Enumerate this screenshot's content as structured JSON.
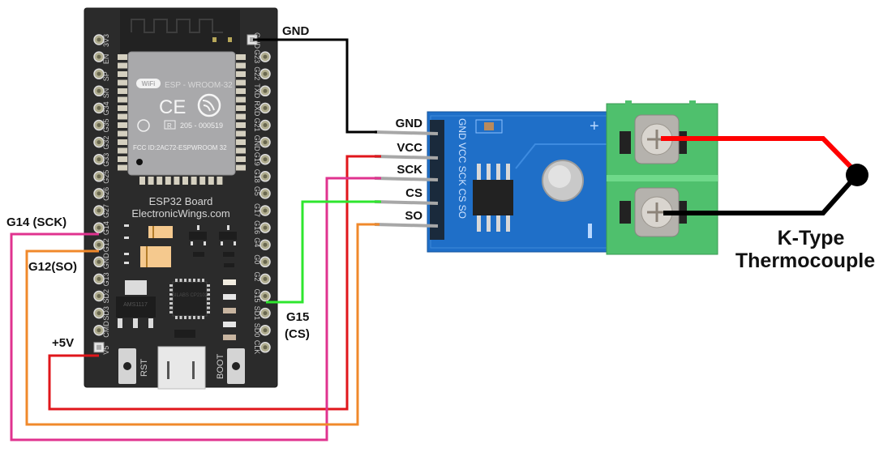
{
  "title": "ESP32 to MAX6675 K-Type Thermocouple Wiring",
  "board": {
    "name": "ESP32 Board",
    "brand": "ElectronicWings.com",
    "module_name": "ESP - WROOM-32",
    "module_reg": "205 - 000519",
    "module_fcc": "FCC ID:2AC72-ESPWROOM 32",
    "regulator_text": "AMS1117",
    "usb_chip_text": "SILABS CP2102",
    "rst_label": "RST",
    "boot_label": "BOOT",
    "left_pins": [
      "3V3",
      "EN",
      "SP",
      "SN",
      "G34",
      "G35",
      "G32",
      "G33",
      "G25",
      "G26",
      "G27",
      "G14",
      "G12",
      "GND",
      "G13",
      "SD2",
      "SD3",
      "CMD",
      "V5"
    ],
    "right_pins": [
      "GND",
      "G23",
      "G22",
      "TXD",
      "RXD",
      "G21",
      "GND",
      "G19",
      "G18",
      "G5",
      "G17",
      "G16",
      "G4",
      "G0",
      "G2",
      "G15",
      "SD1",
      "SD0",
      "CLK"
    ]
  },
  "sensor_module": {
    "pins": [
      "GND",
      "VCC",
      "SCK",
      "CS",
      "SO"
    ],
    "silk": "GND VCC SCK CS SO",
    "plus_mark": "+",
    "minus_mark": "-"
  },
  "annotations": {
    "gnd": "GND",
    "g14": "G14 (SCK)",
    "g12": "G12(SO)",
    "v5": "+5V",
    "g15_line1": "G15",
    "g15_line2": "(CS)",
    "thermocouple_line1": "K-Type",
    "thermocouple_line2": "Thermocouple"
  },
  "wires": [
    {
      "name": "gnd-wire",
      "from": "ESP32 GND",
      "to": "MAX6675 GND",
      "color": "#000000"
    },
    {
      "name": "vcc-wire",
      "from": "ESP32 V5",
      "to": "MAX6675 VCC",
      "color": "#e0161b"
    },
    {
      "name": "sck-wire",
      "from": "ESP32 G14",
      "to": "MAX6675 SCK",
      "color": "#e0338f"
    },
    {
      "name": "cs-wire",
      "from": "ESP32 G15",
      "to": "MAX6675 CS",
      "color": "#2ee62e"
    },
    {
      "name": "so-wire",
      "from": "ESP32 G12",
      "to": "MAX6675 SO",
      "color": "#f0892b"
    },
    {
      "name": "thermo-positive",
      "from": "Terminal top",
      "to": "Junction",
      "color": "#ff0000"
    },
    {
      "name": "thermo-negative",
      "from": "Terminal bottom",
      "to": "Junction",
      "color": "#000000"
    }
  ]
}
